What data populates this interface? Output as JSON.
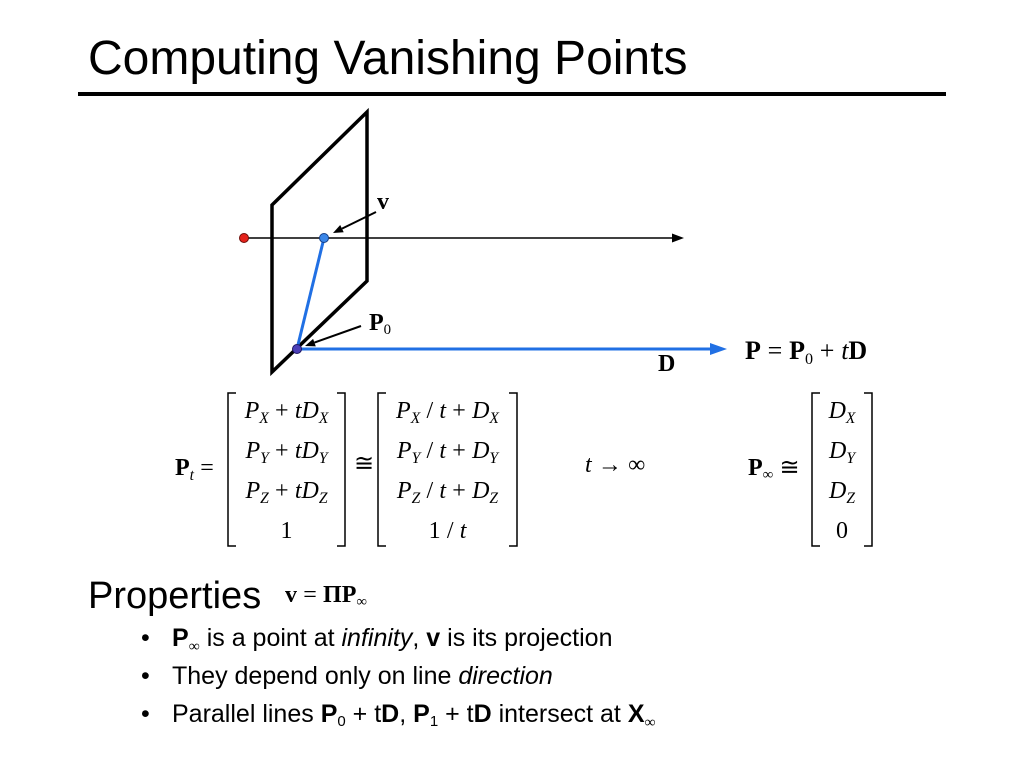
{
  "title": "Computing Vanishing Points",
  "diagram": {
    "label_v": "v",
    "label_p0": [
      "P",
      "0"
    ],
    "label_d": "D",
    "ray_equation": [
      "P",
      "=",
      "P",
      "0",
      "+",
      "t",
      "D"
    ],
    "colors": {
      "camera_center": "#e4221b",
      "vanishing_point": "#3a86e8",
      "p0_point": "#4c3fb8",
      "ray": "#2170e4"
    }
  },
  "equations": {
    "lhs": [
      "P",
      "t",
      "="
    ],
    "matrix_p": [
      [
        "P",
        "X",
        "+",
        "t",
        "D",
        "X"
      ],
      [
        "P",
        "Y",
        "+",
        "t",
        "D",
        "Y"
      ],
      [
        "P",
        "Z",
        "+",
        "t",
        "D",
        "Z"
      ],
      [
        "1"
      ]
    ],
    "congruent": "≅",
    "matrix_scaled": [
      [
        "P",
        "X",
        "/",
        "t",
        "+",
        "D",
        "X"
      ],
      [
        "P",
        "Y",
        "/",
        "t",
        "+",
        "D",
        "Y"
      ],
      [
        "P",
        "Z",
        "/",
        "t",
        "+",
        "D",
        "Z"
      ],
      [
        "1",
        "/",
        "t"
      ]
    ],
    "limit": [
      "t",
      "→",
      "∞"
    ],
    "p_inf": [
      "P",
      "∞",
      "≅"
    ],
    "matrix_d": [
      [
        "D",
        "X"
      ],
      [
        "D",
        "Y"
      ],
      [
        "D",
        "Z"
      ],
      [
        "0"
      ]
    ]
  },
  "properties": {
    "heading": "Properties",
    "formula": [
      "v",
      "=",
      "Π",
      "P",
      "∞"
    ],
    "bullets": [
      [
        "P",
        "∞",
        " is a point at ",
        "infinity",
        ", ",
        "v",
        " is its projection"
      ],
      [
        "They depend only on line ",
        "direction"
      ],
      [
        "Parallel lines ",
        "P",
        "0",
        " + t",
        "D",
        ", ",
        "P",
        "1",
        " + t",
        "D",
        " intersect at ",
        "X",
        "∞"
      ]
    ]
  }
}
